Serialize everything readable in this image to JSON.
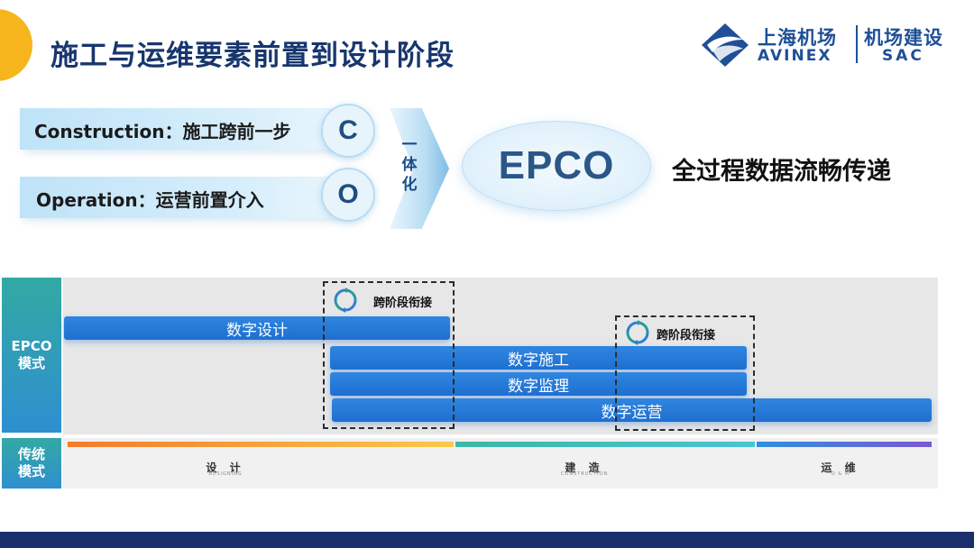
{
  "header": {
    "title": "施工与运维要素前置到设计阶段",
    "logo": {
      "cn_primary": "上海机场",
      "en_primary": "AVINEX",
      "cn_secondary": "机场建设",
      "en_secondary": "SAC"
    }
  },
  "concept": {
    "rows": [
      {
        "text": "Construction：施工跨前一步",
        "letter": "C"
      },
      {
        "text": "Operation：运营前置介入",
        "letter": "O"
      }
    ],
    "integration_label": "一体化",
    "result": "EPCO",
    "result_description": "全过程数据流畅传递"
  },
  "timeline": {
    "epco_mode_label": "EPCO\n模式",
    "traditional_mode_label": "传统\n模式",
    "bars": [
      {
        "label": "数字设计"
      },
      {
        "label": "数字施工"
      },
      {
        "label": "数字监理"
      },
      {
        "label": "数字运营"
      }
    ],
    "transition_labels": [
      "跨阶段衔接",
      "跨阶段衔接"
    ],
    "phases": [
      {
        "label": "设 计",
        "sub": "DESIGNING",
        "color_start": "#f57b2a",
        "color_end": "#f9c94a"
      },
      {
        "label": "建 造",
        "sub": "CONSTRUCTION",
        "color_start": "#3bb8a5",
        "color_end": "#48c4d4"
      },
      {
        "label": "运 维",
        "sub": "O & M",
        "color_start": "#2f8fe0",
        "color_end": "#7b58d6"
      }
    ]
  },
  "colors": {
    "title": "#18366e",
    "accent_yellow": "#f6b51d",
    "bar_blue": "#2a7dd8",
    "footer": "#1b2f6a"
  }
}
